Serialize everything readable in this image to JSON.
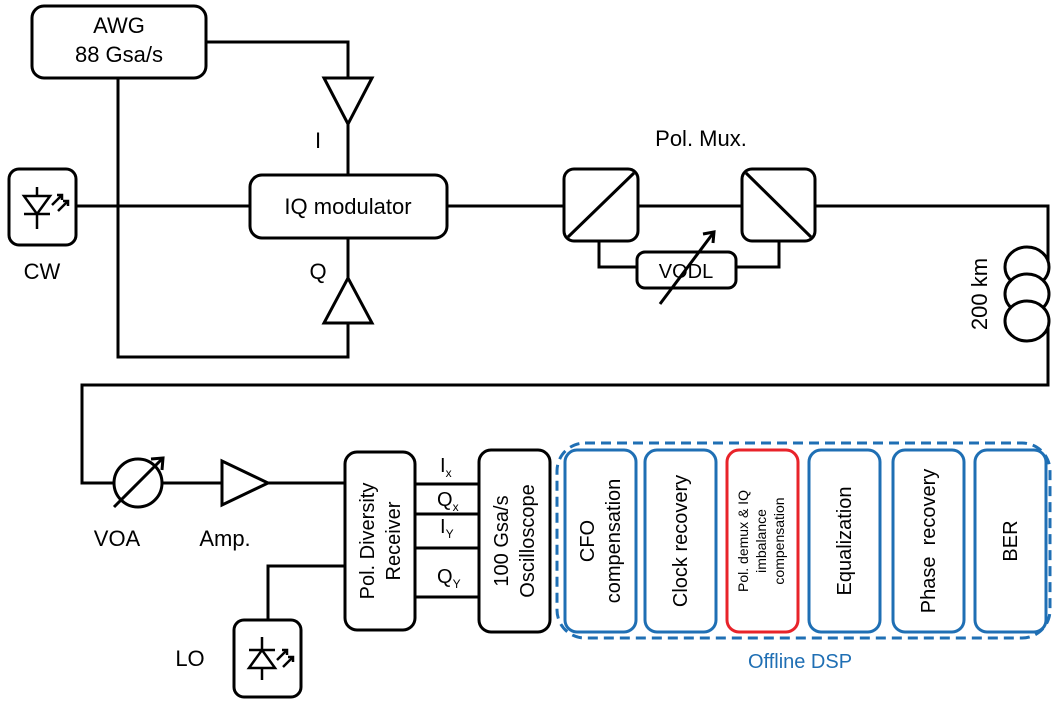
{
  "awg": {
    "line1": "AWG",
    "line2": "88 Gsa/s"
  },
  "cw_label": "CW",
  "i_label": "I",
  "q_label": "Q",
  "iq_modulator": "IQ modulator",
  "pol_mux": "Pol. Mux.",
  "vodl": "VODL",
  "fiber": "200 km",
  "voa": "VOA",
  "amp": "Amp.",
  "lo": "LO",
  "receiver": {
    "line1": "Pol. Diversity",
    "line2": "Receiver"
  },
  "channels": [
    {
      "main": "I",
      "sub": "x"
    },
    {
      "main": "Q",
      "sub": "x"
    },
    {
      "main": "I",
      "sub": "Y"
    },
    {
      "main": "Q",
      "sub": "Y"
    }
  ],
  "oscilloscope": {
    "line1": "100 Gsa/s",
    "line2": "Oscilloscope"
  },
  "dsp": {
    "title": "Offline DSP",
    "blocks": [
      {
        "lines": [
          "CFO",
          "compensation"
        ],
        "highlight": false
      },
      {
        "lines": [
          "Clock recovery"
        ],
        "highlight": false
      },
      {
        "lines": [
          "Pol. demux & IQ",
          "imbalance",
          "compensation"
        ],
        "highlight": true
      },
      {
        "lines": [
          "Equalization"
        ],
        "highlight": false
      },
      {
        "lines": [
          "Phase  recovery"
        ],
        "highlight": false
      },
      {
        "lines": [
          "BER"
        ],
        "highlight": false
      }
    ]
  },
  "colors": {
    "dsp_blue": "#1f6fb4",
    "highlight_red": "#e8232a",
    "line": "#000000"
  }
}
